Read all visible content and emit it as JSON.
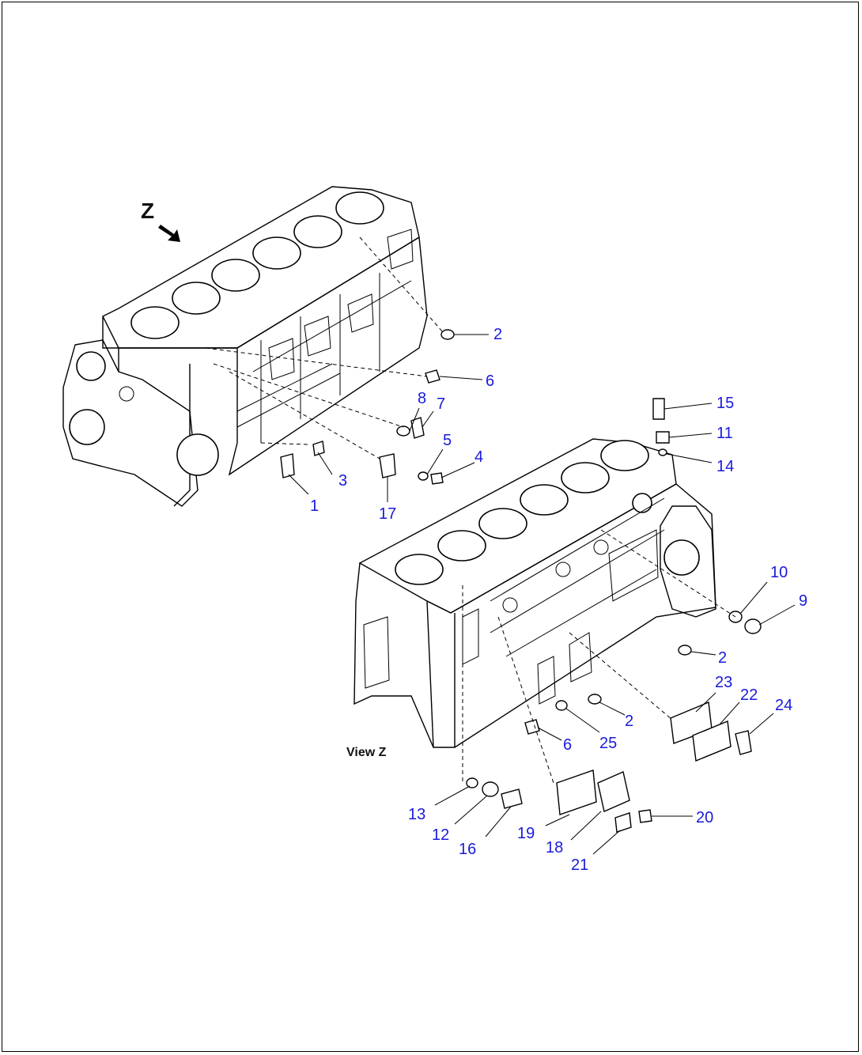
{
  "view_label": "Z",
  "view_caption": "View Z",
  "callouts": [
    "1",
    "2",
    "3",
    "4",
    "5",
    "6",
    "7",
    "8",
    "9",
    "10",
    "11",
    "12",
    "13",
    "14",
    "15",
    "16",
    "17",
    "18",
    "19",
    "20",
    "21",
    "22",
    "23",
    "24",
    "25"
  ],
  "colors": {
    "callout": "#1a1adc",
    "line": "#000000",
    "background": "#ffffff"
  }
}
